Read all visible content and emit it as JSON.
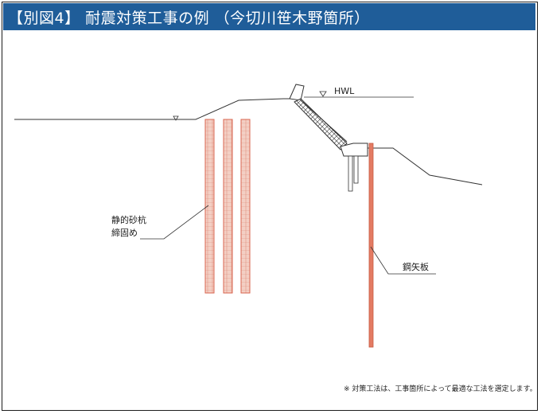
{
  "title": "【別図4】 耐震対策工事の例 （今切川笹木野箇所）",
  "labels": {
    "hwl": "HWL",
    "sand_pile_line1": "静的砂杭",
    "sand_pile_line2": "締固め",
    "sheet_pile": "鋼矢板"
  },
  "footnote": "※ 対策工法は、工事箇所によって最適な工法を選定します。",
  "colors": {
    "title_bar": "#1f5d99",
    "pile_fill": "#f3cfc4",
    "pile_stroke": "#d9654f",
    "sheet_pile": "#e37b63",
    "line": "#333333"
  }
}
